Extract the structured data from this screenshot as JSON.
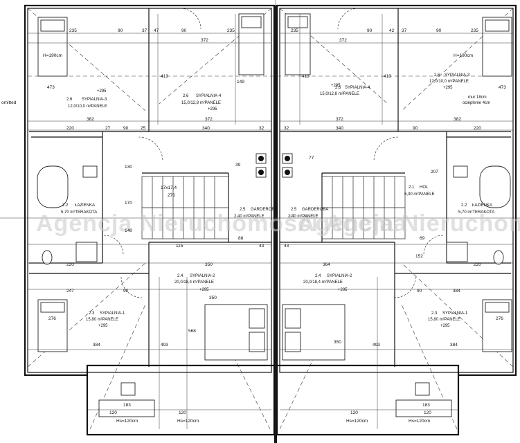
{
  "watermark": "Agencja Nieruchomości Agema",
  "side_note": [
    "omitted"
  ],
  "left_unit": {
    "rooms": [
      {
        "id": "2.6a",
        "number": "2.6",
        "name": "SYPIALNIA-3",
        "area": "12,0/10,0 m²PANELE",
        "height": "+295"
      },
      {
        "id": "2.6b",
        "number": "2.6",
        "name": "SYPIALNIA-4",
        "area": "15,0/12,8 m²PANELE",
        "height": "+295"
      },
      {
        "id": "2.2",
        "number": "2.2",
        "name": "ŁAZIENKA",
        "area": "5,70 m²TERAKOTA",
        "height": ""
      },
      {
        "id": "2.5",
        "number": "2.5",
        "name": "GARDEROBA",
        "area": "2,40 m²PANELE",
        "height": ""
      },
      {
        "id": "2.4",
        "number": "2.4",
        "name": "SYPIALNIA-2",
        "area": "20,0/18,4 m²PANELE",
        "height": "+295"
      },
      {
        "id": "2.3",
        "number": "2.3",
        "name": "SYPIALNIA-1",
        "area": "15,80 m²PANELE",
        "height": "+295"
      }
    ],
    "stair_label": "17x17,4",
    "stair_sub": "270"
  },
  "right_unit": {
    "rooms": [
      {
        "id": "2.6c",
        "number": "2.6",
        "name": "SYPIALNIA-4",
        "area": "15,0/12,8 m²PANELE",
        "height": "+295"
      },
      {
        "id": "2.6d",
        "number": "2.6",
        "name": "SYPIALNIA-3",
        "area": "12,0/10,0 m²PANELE",
        "height": "+295"
      },
      {
        "id": "2.1",
        "number": "2.1",
        "name": "HOL",
        "area": "6,30 m²PANELE",
        "height": ""
      },
      {
        "id": "2.5b",
        "number": "2.5",
        "name": "GARDEROBA",
        "area": "2,40 m²PANELE",
        "height": ""
      },
      {
        "id": "2.2b",
        "number": "2.2",
        "name": "ŁAZIENKA",
        "area": "5,70 m²TERAKOTA",
        "height": ""
      },
      {
        "id": "2.4b",
        "number": "2.4",
        "name": "SYPIALNIA-2",
        "area": "20,0/18,4 m²PANELE",
        "height": "+295"
      },
      {
        "id": "2.3b",
        "number": "2.3",
        "name": "SYPIALNIA-1",
        "area": "15,80 m²PANELE",
        "height": "+295"
      }
    ],
    "beam_note": [
      "mur 18cm",
      "ocieplenie 4cm"
    ]
  },
  "labels": {
    "h190": "H=190cm",
    "h120": "Hs=120cm"
  },
  "dimensions": {
    "d235": "235",
    "d90": "90",
    "d37": "37",
    "d47": "47",
    "d372": "372",
    "d382": "382",
    "d340": "340",
    "d220": "220",
    "d27": "27",
    "d25": "25",
    "d32": "32",
    "d473": "473",
    "d413": "413",
    "d149": "149",
    "d350": "350",
    "d384": "384",
    "d247": "247",
    "d276": "276",
    "d493": "493",
    "d568": "568",
    "d183": "183",
    "d120": "120",
    "d130": "130",
    "d115": "115",
    "d43": "43",
    "d364": "364",
    "d42": "42",
    "d39": "39",
    "d77": "77",
    "d207": "207",
    "d152": "152",
    "d69": "69",
    "d88": "88",
    "d170": "170",
    "d140": "140"
  }
}
